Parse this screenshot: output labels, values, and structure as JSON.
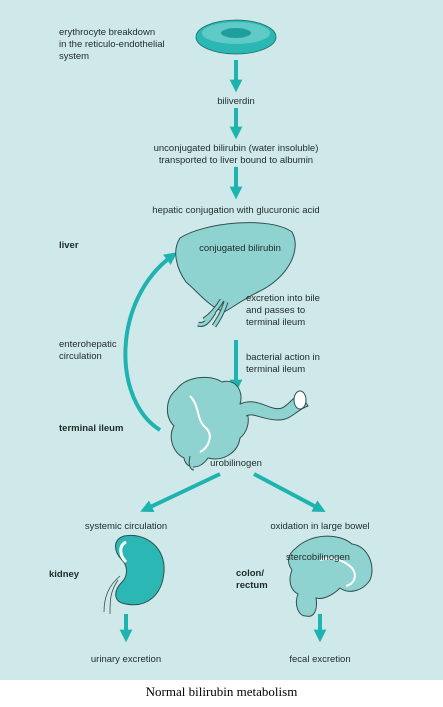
{
  "diagram": {
    "steps": {
      "erythrocyte": "erythrocyte breakdown\nin the reticulo-endothelial\nsystem",
      "biliverdin": "biliverdin",
      "unconjugated": "unconjugated bilirubin (water insoluble)\ntransported to liver bound to albumin",
      "hepatic": "hepatic conjugation with glucuronic acid",
      "conjugated": "conjugated bilirubin",
      "excretion_bile": "excretion into bile\nand passes to\nterminal ileum",
      "enterohepatic": "enterohepatic\ncirculation",
      "bacterial": "bacterial action in\nterminal ileum",
      "urobilinogen": "urobilinogen",
      "systemic": "systemic circulation",
      "oxidation": "oxidation in large bowel",
      "stercobilinogen": "stercobilinogen",
      "urinary": "urinary excretion",
      "fecal": "fecal excretion"
    },
    "organs": {
      "liver": "liver",
      "terminal_ileum": "terminal ileum",
      "kidney": "kidney",
      "colon": "colon/\nrectum"
    },
    "colors": {
      "background": "#cfe9ea",
      "accent": "#1fb3b0",
      "organ_fill": "#8fd3d1",
      "organ_stroke": "#2f4f4f"
    }
  },
  "caption": "Normal bilirubin metabolism"
}
